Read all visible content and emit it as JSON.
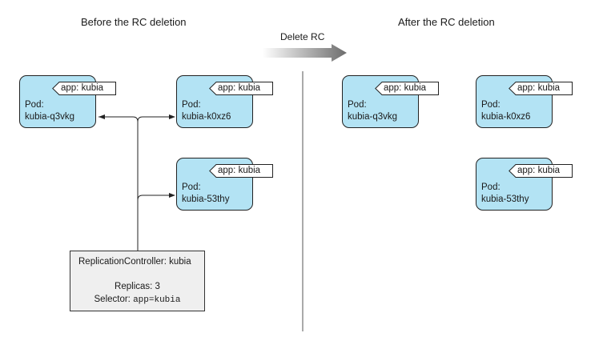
{
  "headings": {
    "before": "Before the RC deletion",
    "after": "After the RC deletion"
  },
  "transition": {
    "label": "Delete RC"
  },
  "pods": {
    "before": [
      {
        "kind": "Pod:",
        "name": "kubia-q3vkg",
        "label": "app: kubia"
      },
      {
        "kind": "Pod:",
        "name": "kubia-k0xz6",
        "label": "app: kubia"
      },
      {
        "kind": "Pod:",
        "name": "kubia-53thy",
        "label": "app: kubia"
      }
    ],
    "after": [
      {
        "kind": "Pod:",
        "name": "kubia-q3vkg",
        "label": "app: kubia"
      },
      {
        "kind": "Pod:",
        "name": "kubia-k0xz6",
        "label": "app: kubia"
      },
      {
        "kind": "Pod:",
        "name": "kubia-53thy",
        "label": "app: kubia"
      }
    ]
  },
  "replication_controller": {
    "title": "ReplicationController: kubia",
    "replicas": "Replicas: 3",
    "selector_label": "Selector: ",
    "selector_value": "app=kubia"
  },
  "colors": {
    "pod_fill": "#b3e3f4",
    "rc_fill": "#efefef",
    "arrow_gradient_start": "#ffffff",
    "arrow_gradient_end": "#6d6d6d"
  }
}
